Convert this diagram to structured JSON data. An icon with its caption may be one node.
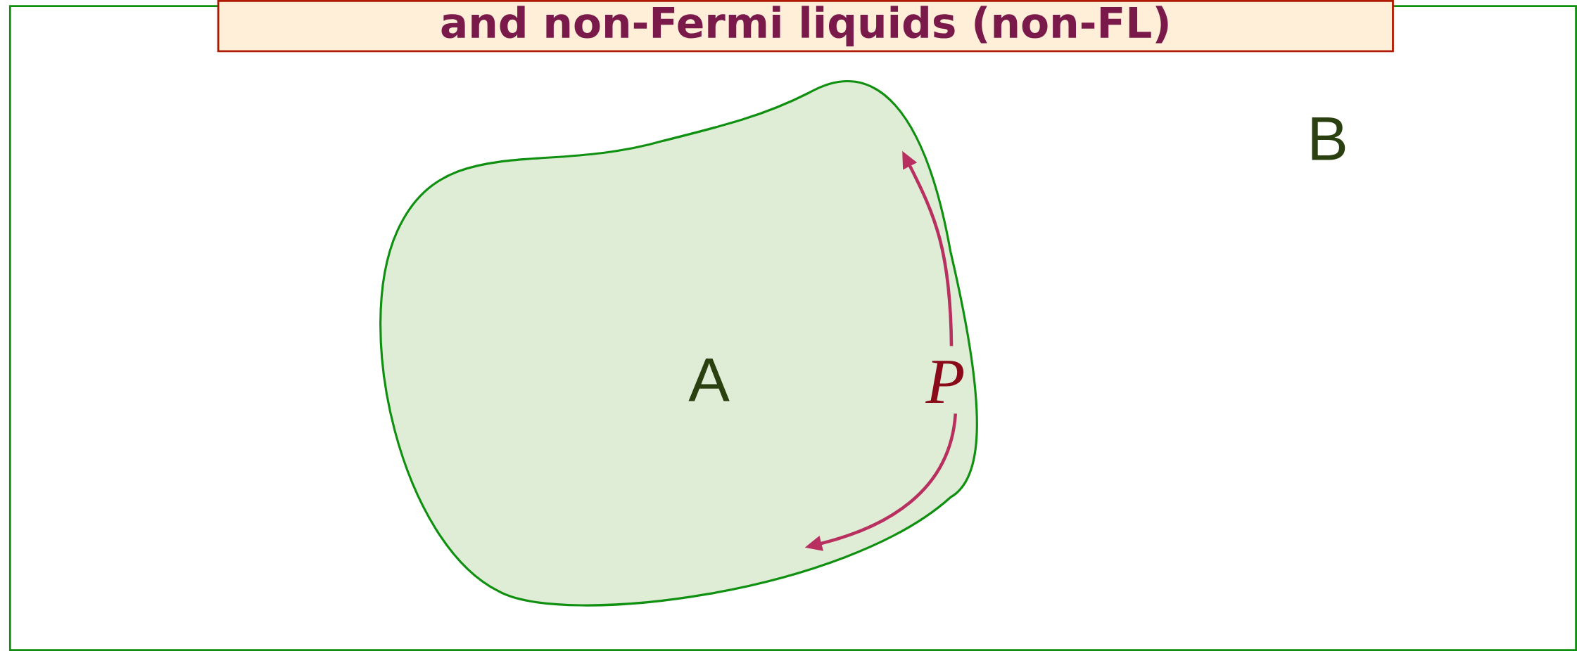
{
  "diagram": {
    "title": "and non-Fermi liquids (non-FL)",
    "nodes": [
      {
        "text": [
          "B"
        ]
      },
      {
        "text": [
          "A"
        ],
        "in": 0
      },
      {
        "text": [
          "P"
        ],
        "in": 1
      }
    ],
    "edges": [
      {
        "from": 2,
        "to": null,
        "arrow": "to"
      },
      {
        "from": 2,
        "to": null,
        "arrow": "to"
      }
    ]
  }
}
